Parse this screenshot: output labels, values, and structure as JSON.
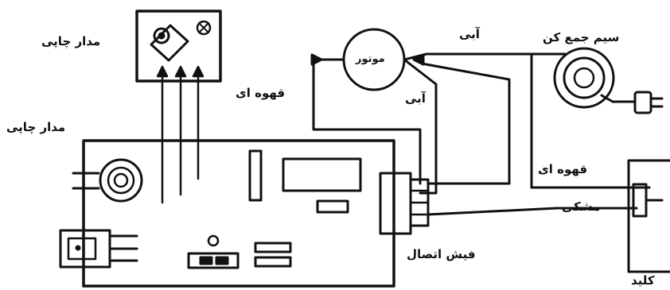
{
  "labels": {
    "printed_circuit_top": "مدار چاپی",
    "printed_circuit_main": "مدار چاپی",
    "motor": "موتور",
    "blue_top": "آبی",
    "blue_bottom": "آبی",
    "brown_left": "قهوه ای",
    "brown_right": "قهوه ای",
    "cord_reel": "سیم جمع کن",
    "black": "مشکی",
    "connector_plug": "فیش اتصال",
    "switch": "کلید"
  }
}
